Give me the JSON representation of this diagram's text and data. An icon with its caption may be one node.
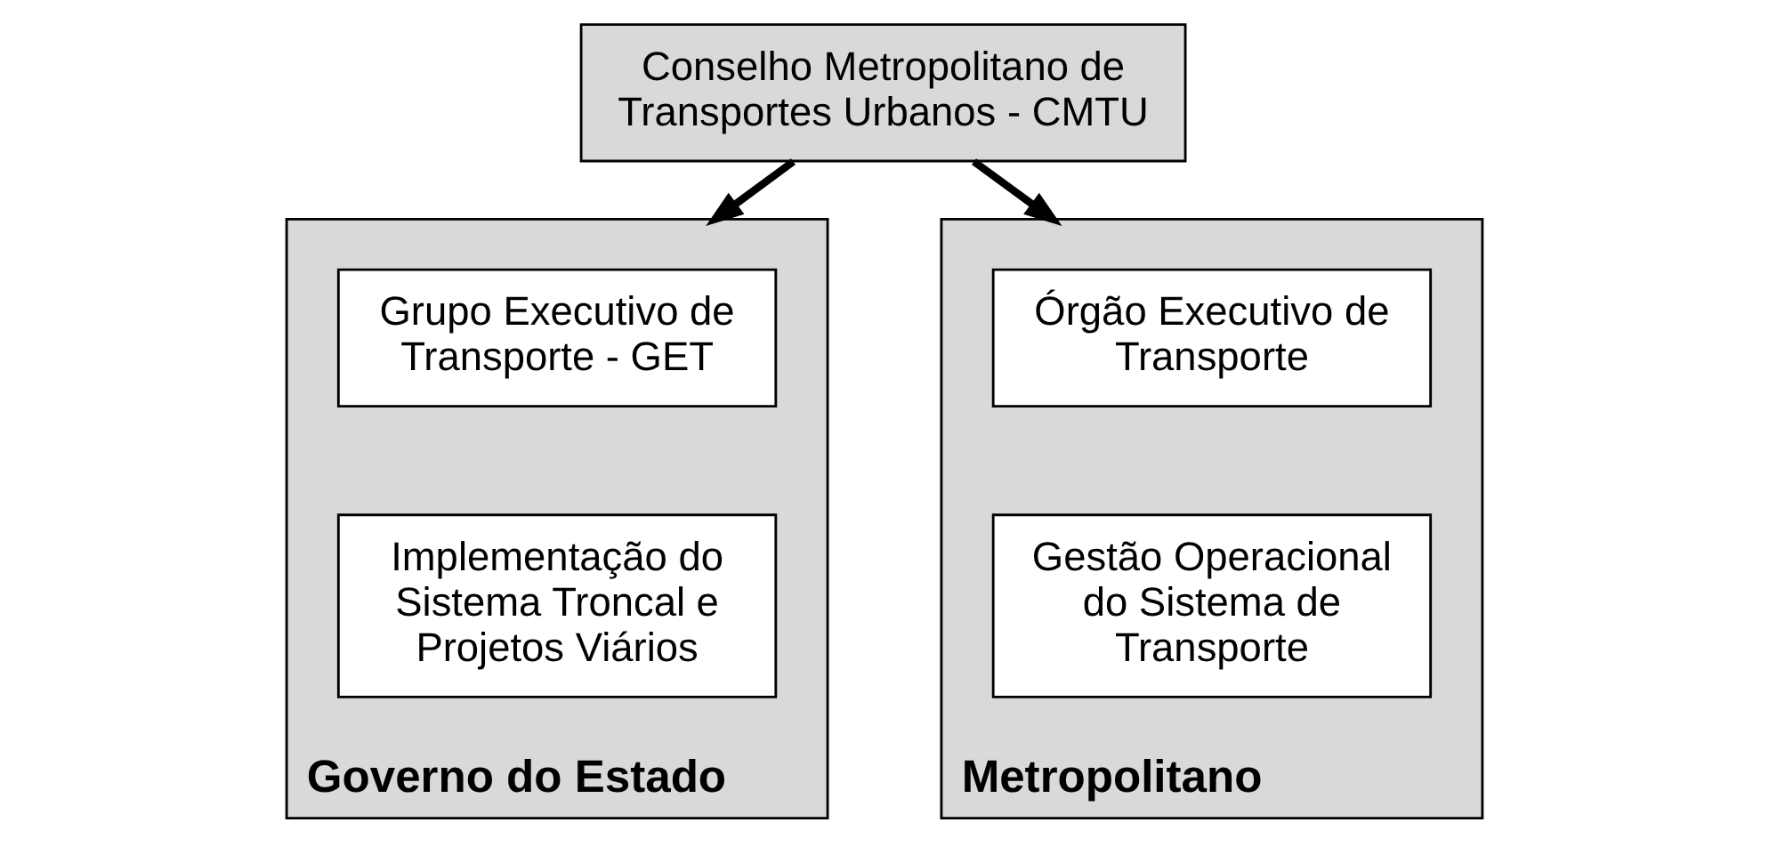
{
  "diagram": {
    "nodes": [
      {
        "text": [
          "Conselho Metropolitano de Transportes Urbanos - CMTU"
        ]
      },
      {
        "text": [
          "Governo do Estado"
        ]
      },
      {
        "text": [
          "Grupo Executivo de Transporte - GET"
        ],
        "in": 1
      },
      {
        "text": [
          "Implementação do Sistema Troncal e Projetos Viários"
        ],
        "in": 1
      },
      {
        "text": [
          "Metropolitano"
        ]
      },
      {
        "text": [
          "Órgão Executivo de Transporte"
        ],
        "in": 4
      },
      {
        "text": [
          "Gestão Operacional do Sistema de Transporte"
        ],
        "in": 4
      }
    ],
    "edges": [
      {
        "from": 0,
        "to": 1,
        "arrow": "to"
      },
      {
        "from": 0,
        "to": 4,
        "arrow": "to"
      }
    ]
  }
}
